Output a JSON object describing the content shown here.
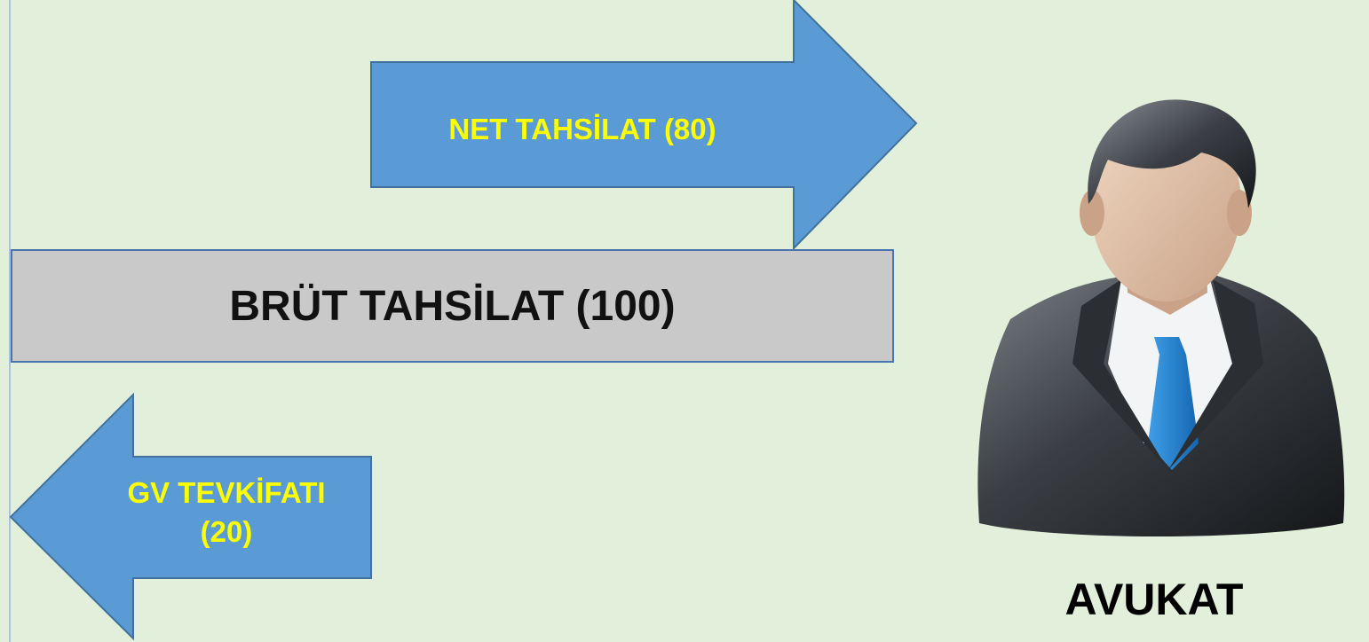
{
  "diagram": {
    "net_collection_label": "NET TAHSİLAT (80)",
    "gross_collection_label": "BRÜT TAHSİLAT (100)",
    "withholding_label_line1": "GV TEVKİFATI",
    "withholding_label_line2": "(20)",
    "avatar_caption": "AVUKAT"
  },
  "colors": {
    "background": "#e2efda",
    "arrow_fill": "#5b9bd5",
    "arrow_stroke": "#41719c",
    "arrow_text": "#ffff00",
    "box_fill": "#c9c9c9",
    "box_stroke": "#4a74ad",
    "text_dark": "#111111"
  },
  "icons": {
    "avatar": "businessman-avatar-icon"
  }
}
